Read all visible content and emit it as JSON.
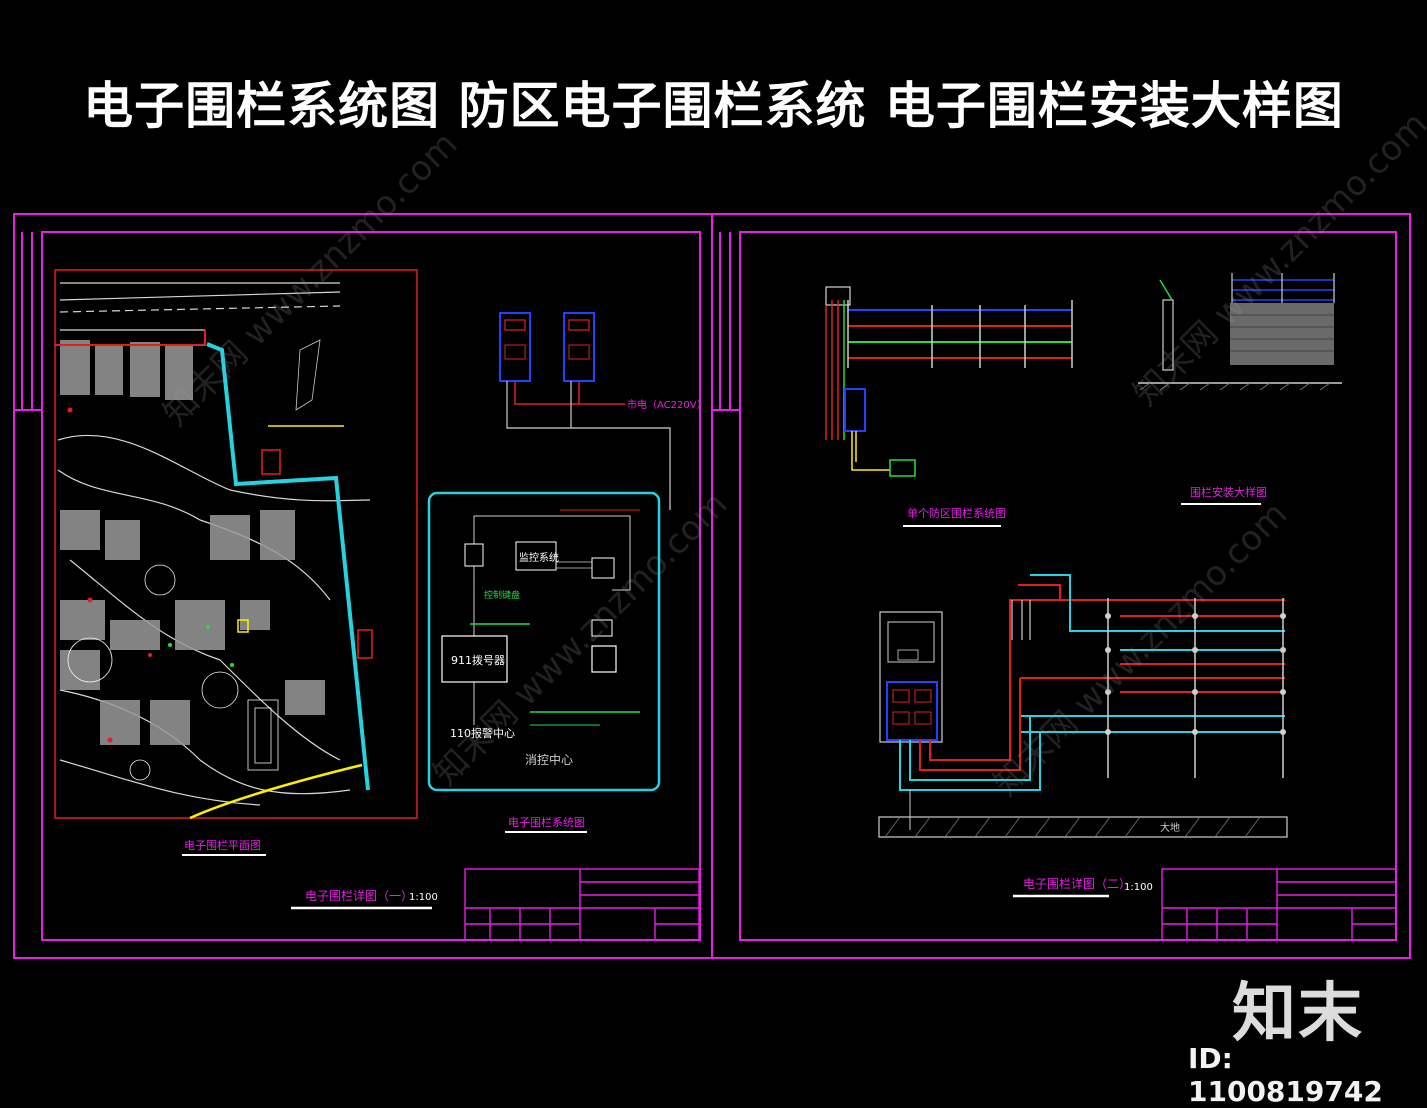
{
  "header": {
    "title": "电子围栏系统图  防区电子围栏系统  电子围栏安装大样图"
  },
  "sheet1": {
    "site_plan_caption": "电子围栏平面图",
    "system_diagram_caption": "电子围栏系统图",
    "power_label": "市电（AC220V）",
    "control_room_label": "消控中心",
    "dialer_label": "911拨号器",
    "alarm_center_label": "110报警中心",
    "monitor_label": "监控系统",
    "controller_label": "控制键盘",
    "sheet_title": "电子围栏详图（一）",
    "scale": "1:100"
  },
  "sheet2": {
    "fence_diagram_caption": "单个防区围栏系统图",
    "install_caption": "围栏安装大样图",
    "sheet_title": "电子围栏详图（二）",
    "scale": "1:100",
    "ground_label": "大地"
  },
  "branding": {
    "logo_text": "知末",
    "image_id": "ID: 1100819742",
    "watermark": "知末网 www.znzmo.com"
  },
  "colors": {
    "frame": "#e81ee8",
    "cyan": "#25d3e0",
    "red": "#ff1a1a",
    "green": "#22dd44",
    "blue": "#2240ff",
    "yellow": "#ffee00"
  }
}
